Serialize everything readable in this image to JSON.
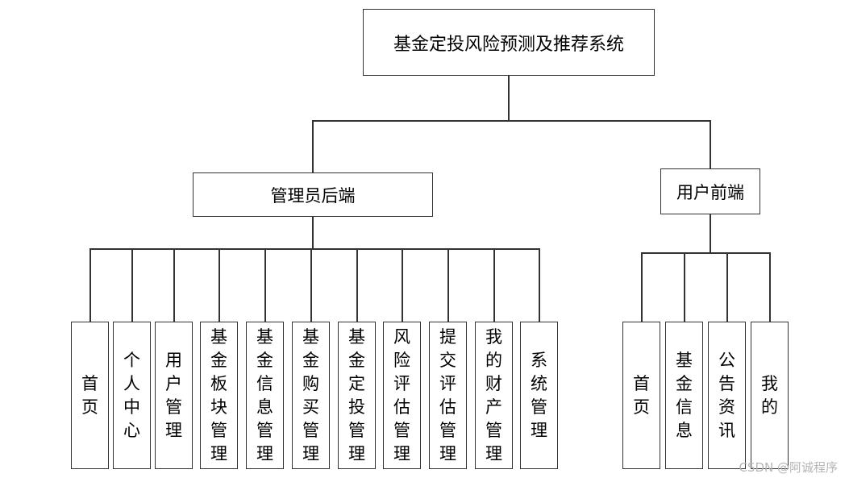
{
  "root": {
    "label": "基金定投风险预测及推荐系统"
  },
  "admin": {
    "label": "管理员后端",
    "children": [
      "首页",
      "个人中心",
      "用户管理",
      "基金板块管理",
      "基金信息管理",
      "基金购买管理",
      "基金定投管理",
      "风险评估管理",
      "提交评估管理",
      "我的财产管理",
      "系统管理"
    ]
  },
  "user": {
    "label": "用户前端",
    "children": [
      "首页",
      "基金信息",
      "公告资讯",
      "我的"
    ]
  },
  "watermark": "CSDN @阿诚程序"
}
